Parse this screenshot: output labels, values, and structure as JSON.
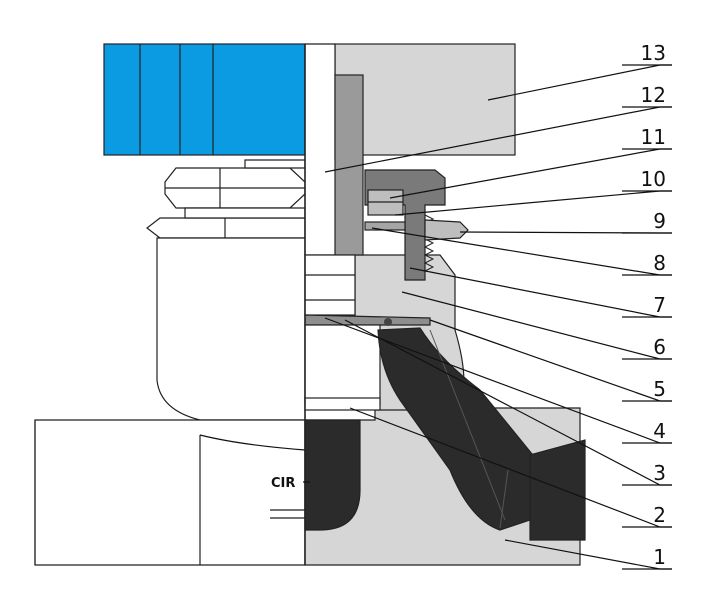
{
  "brand_mark": "CIR",
  "callouts": [
    {
      "label": "13"
    },
    {
      "label": "12"
    },
    {
      "label": "11"
    },
    {
      "label": "10"
    },
    {
      "label": "9"
    },
    {
      "label": "8"
    },
    {
      "label": "7"
    },
    {
      "label": "6"
    },
    {
      "label": "5"
    },
    {
      "label": "4"
    },
    {
      "label": "3"
    },
    {
      "label": "2"
    },
    {
      "label": "1"
    }
  ],
  "colors": {
    "handle": "#0A9BE3",
    "body": "#D6D6D6",
    "section": "#B8B8B8",
    "steel": "#8E8E8E",
    "cavity": "#2B2B2B",
    "outline": "#222222"
  }
}
